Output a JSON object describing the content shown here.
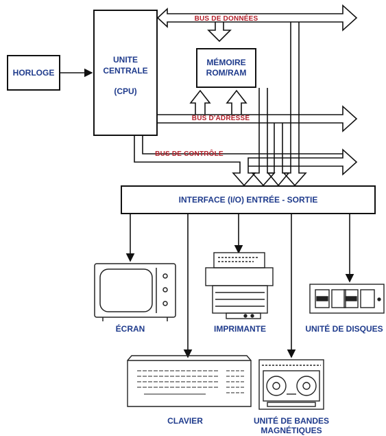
{
  "labels": {
    "horloge": "HORLOGE",
    "cpu_line1": "UNITE",
    "cpu_line2": "CENTRALE",
    "cpu_line3": "(CPU)",
    "memoire_line1": "MÉMOIRE",
    "memoire_line2": "ROM/RAM",
    "interface": "INTERFACE (I/O) ENTRÉE - SORTIE",
    "ecran": "ÉCRAN",
    "imprimante": "IMPRIMANTE",
    "disques": "UNITÉ DE DISQUES",
    "clavier": "CLAVIER",
    "bandes_line1": "UNITÉ DE BANDES",
    "bandes_line2": "MAGNÉTIQUES"
  },
  "buses": {
    "donnees": "BUS DE DONNÉES",
    "adresse": "BUS D'ADRESSE",
    "controle": "BUS DE CONTRÔLE"
  },
  "colors": {
    "box_text": "#1f3b8c",
    "bus_text": "#b3202a",
    "line": "#111111"
  }
}
